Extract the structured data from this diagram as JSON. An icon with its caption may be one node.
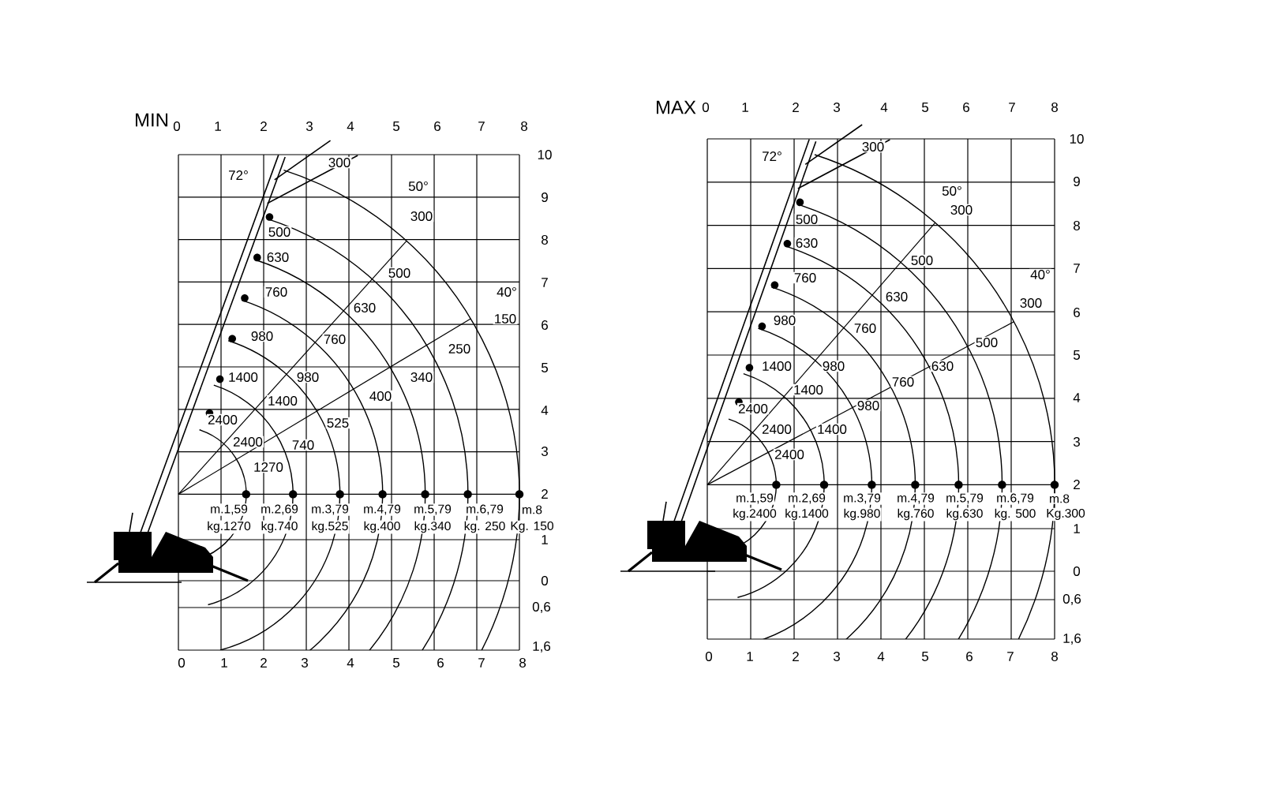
{
  "diagram": {
    "labels": [
      "MIN",
      "0",
      "1",
      "2",
      "3",
      "4",
      "5",
      "6",
      "7",
      "8",
      "10",
      "300",
      "72°",
      "50°",
      "9",
      "300",
      "500",
      "8",
      "630",
      "500",
      "7",
      "760",
      "40°",
      "630",
      "150",
      "6",
      "980",
      "760",
      "250",
      "5",
      "1400",
      "980",
      "340",
      "400",
      "1400",
      "4",
      "2400",
      "525",
      "2400",
      "740",
      "3",
      "1270",
      "2",
      "m.1,59",
      "m.2,69",
      "m.3,79",
      "m.4,79",
      "m.5,79",
      "m.6,79",
      "m.8",
      "kg.1270",
      "kg.740",
      "kg.525",
      "kg.400",
      "kg.340",
      "kg. 250",
      "Kg. 150",
      "1",
      "0",
      "0,6",
      "1,6",
      "0",
      "1",
      "2",
      "3",
      "4",
      "5",
      "6",
      "7",
      "8",
      "MAX",
      "0",
      "1",
      "2",
      "3",
      "4",
      "5",
      "6",
      "7",
      "8",
      "10",
      "300",
      "72°",
      "50°",
      "9",
      "300",
      "500",
      "8",
      "630",
      "500",
      "7",
      "760",
      "40°",
      "630",
      "300",
      "6",
      "980",
      "760",
      "500",
      "5",
      "1400",
      "980",
      "630",
      "760",
      "1400",
      "4",
      "2400",
      "980",
      "2400",
      "1400",
      "3",
      "2400",
      "2",
      "m.1,59",
      "m.2,69",
      "m.3,79",
      "m.4,79",
      "m.5,79",
      "m.6,79",
      "m.8",
      "kg.2400",
      "kg.1400",
      "kg.980",
      "kg.760",
      "kg.630",
      "kg. 500",
      "Kg.300",
      "1",
      "0",
      "0,6",
      "1,6",
      "0",
      "1",
      "2",
      "3",
      "4",
      "5",
      "6",
      "7",
      "8"
    ]
  }
}
